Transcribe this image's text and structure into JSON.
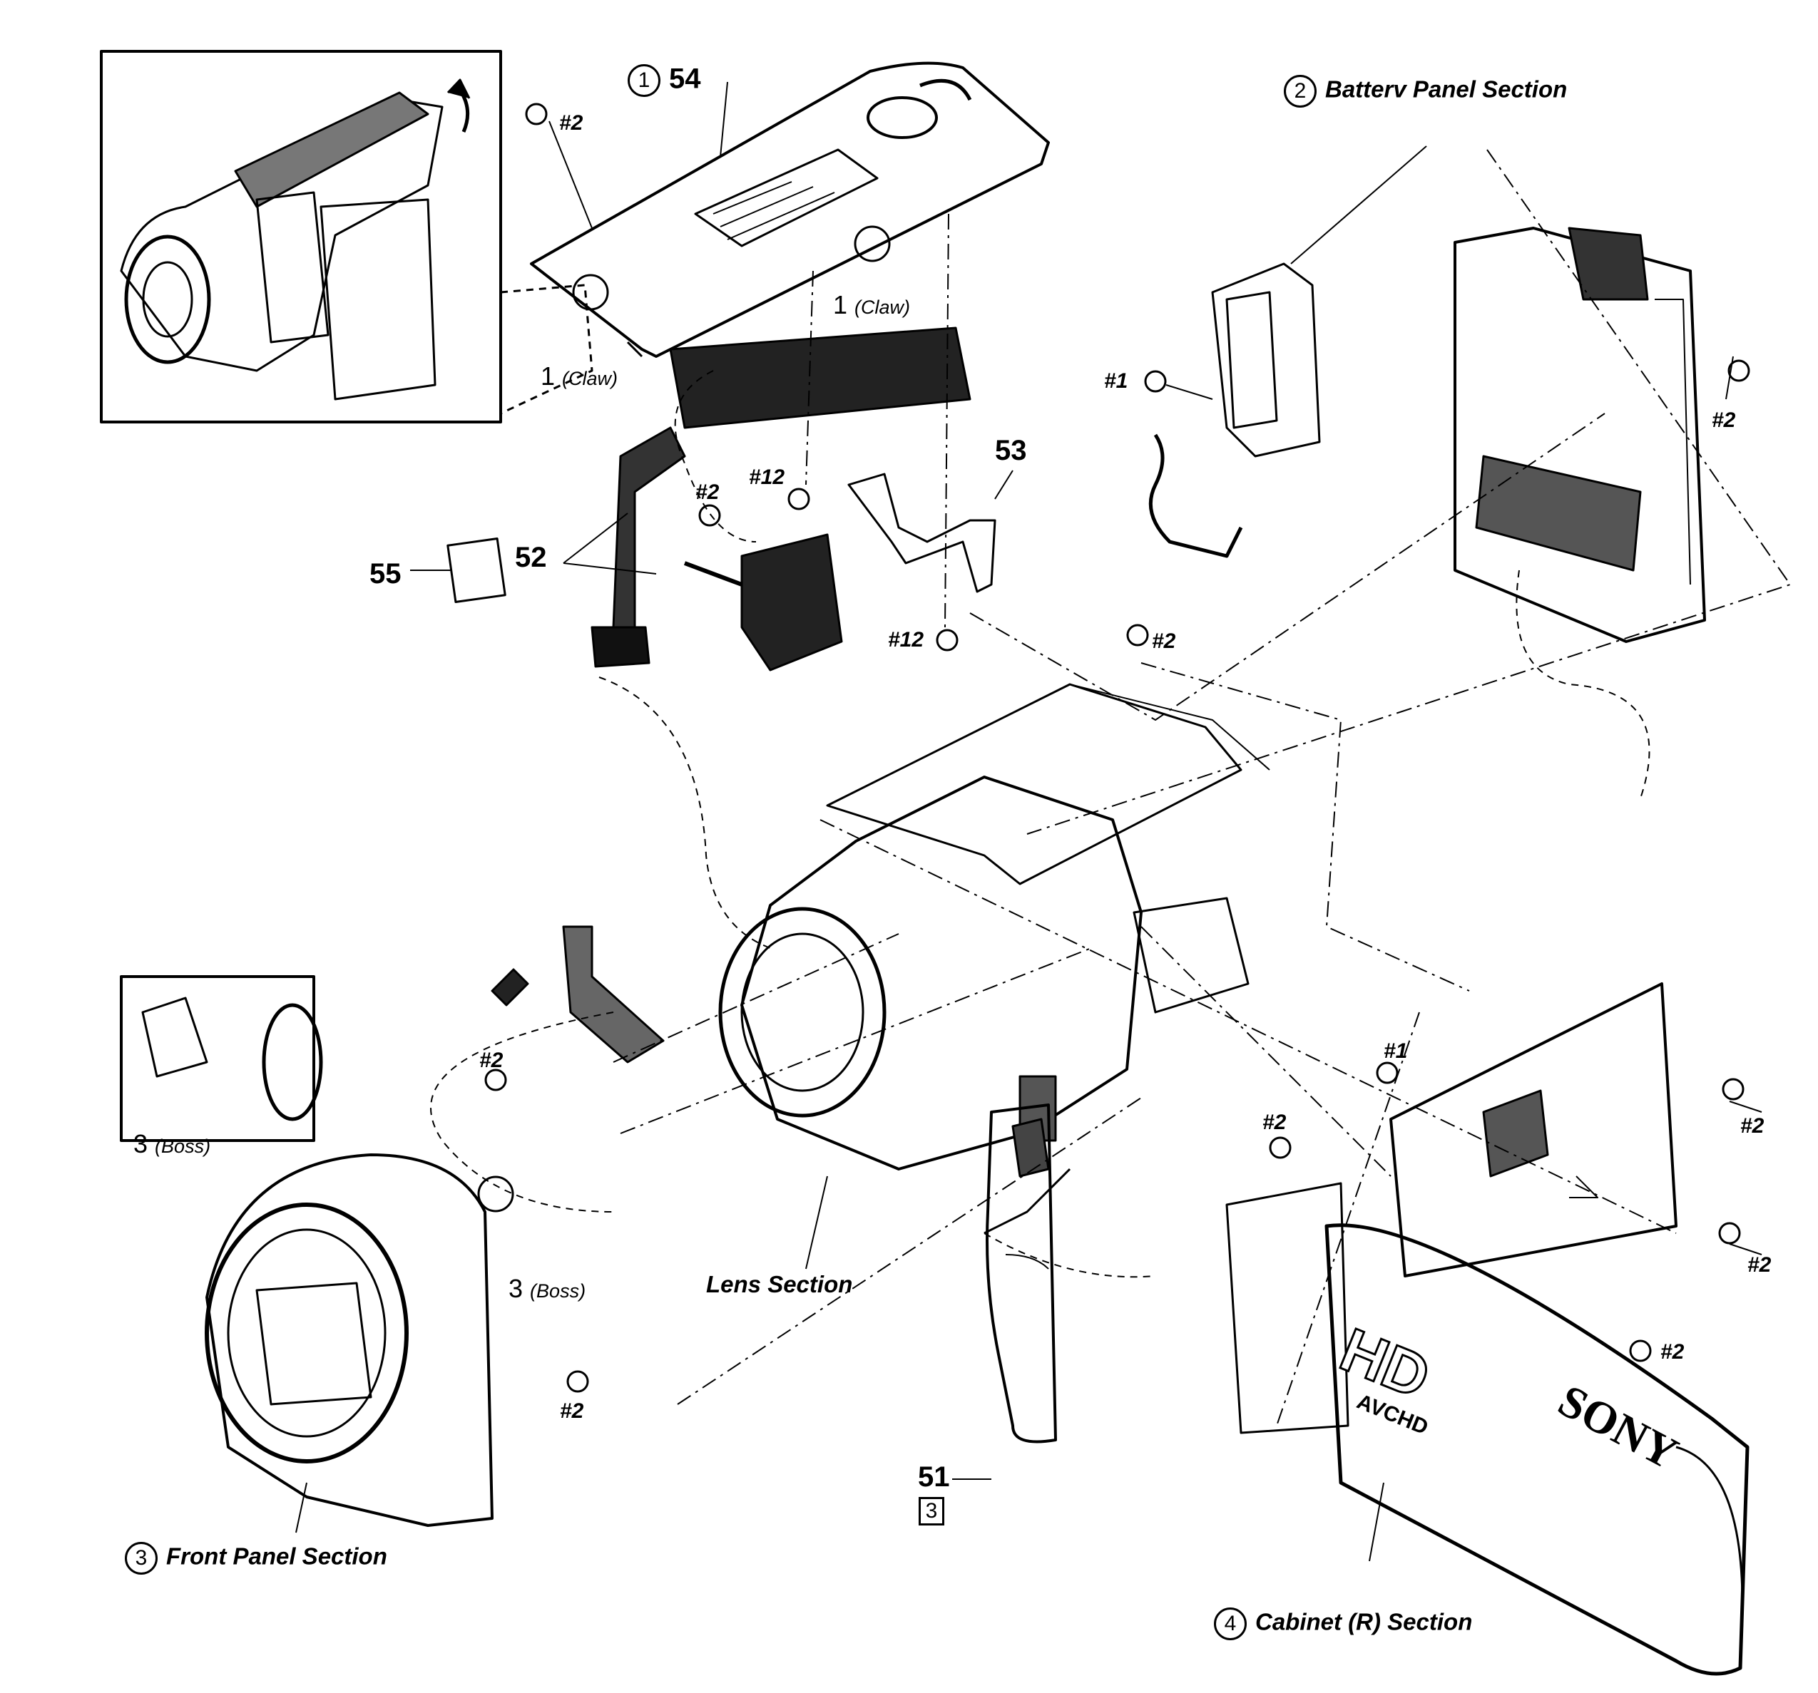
{
  "sections": {
    "battery_panel": {
      "index": "2",
      "label": "Batterv Panel Section"
    },
    "front_panel": {
      "index": "3",
      "label": "Front Panel Section"
    },
    "cabinet_r": {
      "index": "4",
      "label": "Cabinet (R) Section"
    },
    "lens": {
      "label": "Lens Section"
    },
    "top_cover": {
      "index": "1"
    }
  },
  "parts": {
    "p51": "51",
    "p51_ref": "3",
    "p52": "52",
    "p53": "53",
    "p54": "54",
    "p55": "55"
  },
  "screws": {
    "s2": "#2",
    "s1": "#1",
    "s12": "#12"
  },
  "notes": {
    "claw_count": "1",
    "claw_text": "(Claw)",
    "boss_count": "3",
    "boss_text": "(Boss)"
  },
  "branding": {
    "brand": "SONY",
    "hd": "HD",
    "avchd": "AVCHD"
  }
}
